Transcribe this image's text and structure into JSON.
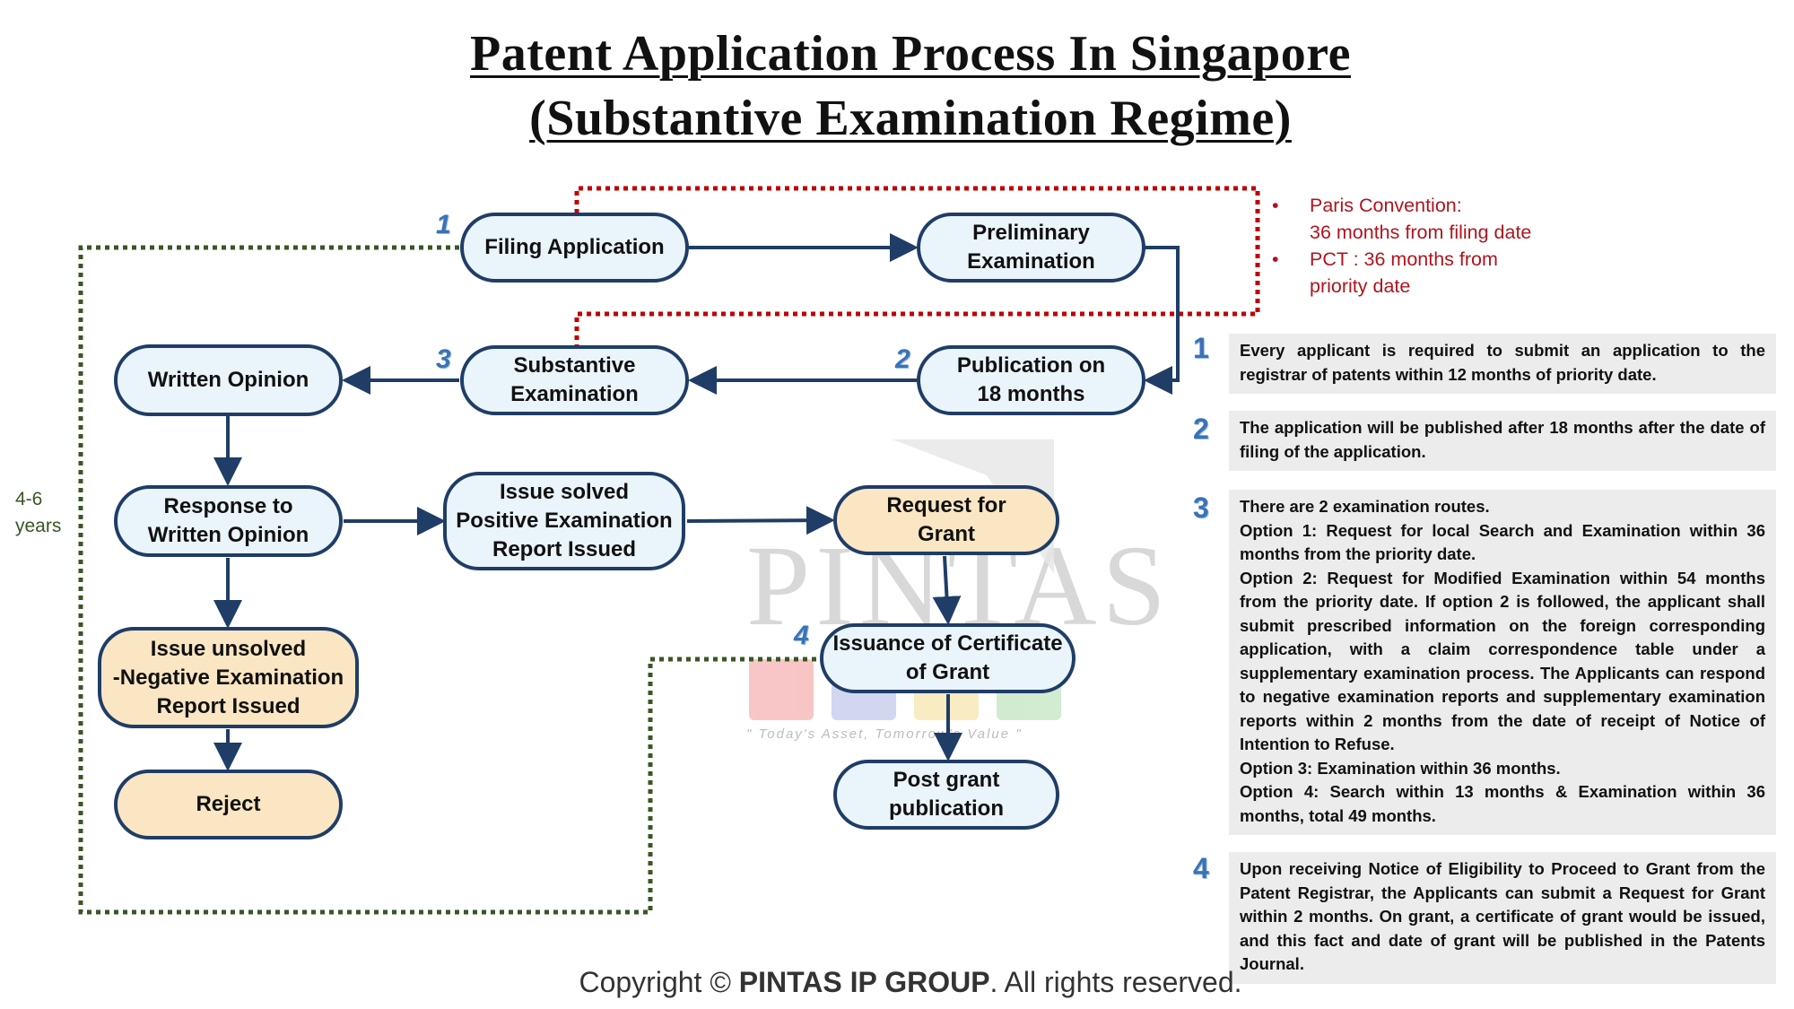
{
  "title": {
    "line1": "Patent Application Process In Singapore",
    "line2": "(Substantive Examination Regime)"
  },
  "nodes": {
    "filing_application": "Filing Application",
    "preliminary_examination": "Preliminary\nExamination",
    "publication": "Publication on\n18 months",
    "substantive_examination": "Substantive\nExamination",
    "written_opinion": "Written Opinion",
    "response": "Response to\nWritten Opinion",
    "issue_solved": "Issue solved\nPositive Examination\nReport Issued",
    "issue_unsolved": "Issue unsolved\n-Negative Examination\nReport Issued",
    "reject": "Reject",
    "request_grant": "Request for\nGrant",
    "certificate": "Issuance of Certificate\nof Grant",
    "post_grant": "Post grant\npublication"
  },
  "step_markers": {
    "m1": "1",
    "m2": "2",
    "m3": "3",
    "m4": "4"
  },
  "convention_note": {
    "bullet": "•",
    "paris_line1": "Paris Convention:",
    "paris_line2": "36 months from filing date",
    "pct_line1": "PCT : 36 months from",
    "pct_line2": "priority date"
  },
  "duration_label": {
    "line1": "4-6",
    "line2": "years"
  },
  "side_notes": [
    {
      "number": "1",
      "paragraphs": [
        "Every applicant is required to submit an application to the registrar of patents within 12 months of priority date."
      ]
    },
    {
      "number": "2",
      "paragraphs": [
        "The application will be published after 18 months after the date of filing of the application."
      ]
    },
    {
      "number": "3",
      "paragraphs": [
        "There are 2 examination routes.",
        "Option 1: Request for local Search and Examination within 36 months from the priority date.",
        "Option 2: Request for Modified Examination within 54 months from the priority date. If option 2 is followed, the applicant shall submit prescribed information on the foreign corresponding application, with a claim correspondence table under a supplementary examination process. The Applicants can respond to negative examination reports and supplementary examination reports within 2 months from the date of receipt of Notice of Intention to Refuse.",
        "Option 3: Examination within 36 months.",
        "Option 4: Search within 13 months & Examination within 36 months, total 49 months."
      ]
    },
    {
      "number": "4",
      "paragraphs": [
        "Upon receiving Notice of Eligibility to Proceed to Grant from the Patent Registrar, the Applicants can submit a Request for Grant within 2 months. On grant, a certificate of grant would be issued, and this fact and date of grant will be published in the Patents Journal."
      ]
    }
  ],
  "watermark": {
    "brand": "PINTAS",
    "tagline": "\" Today's Asset, Tomorrow's Value \""
  },
  "footer": {
    "prefix": "Copyright © ",
    "brand": "PINTAS IP GROUP",
    "suffix": ". All rights reserved."
  },
  "colors": {
    "node_border": "#1f3d66",
    "node_blue_fill": "#eaf4fb",
    "node_orange_fill": "#fbe6c3",
    "arrow": "#1f3d66",
    "red_dotted": "#c00000",
    "green_dotted": "#385723",
    "step_number": "#3a72b8"
  }
}
